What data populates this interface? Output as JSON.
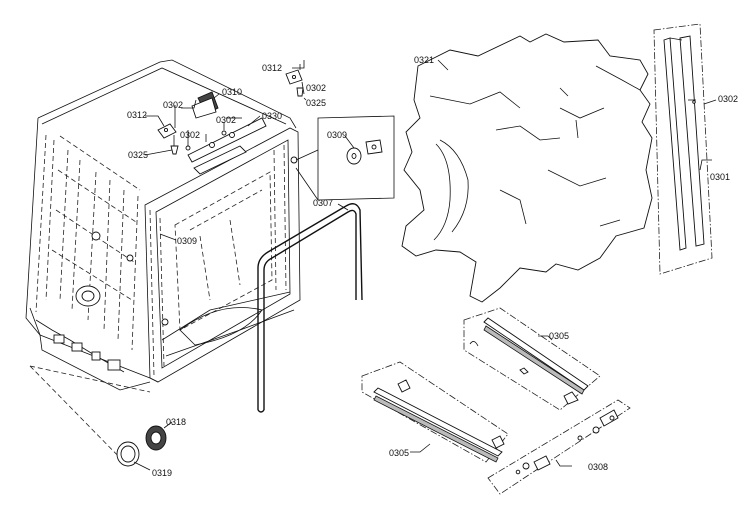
{
  "labels": [
    {
      "id": "0312",
      "text": "0312"
    },
    {
      "id": "0302",
      "text": "0302"
    },
    {
      "id": "0325",
      "text": "0325"
    },
    {
      "id": "0310",
      "text": "0310"
    },
    {
      "id": "0330",
      "text": "0330"
    },
    {
      "id": "0309",
      "text": "0309"
    },
    {
      "id": "0307",
      "text": "0307"
    },
    {
      "id": "0321",
      "text": "0321"
    },
    {
      "id": "0301",
      "text": "0301"
    },
    {
      "id": "0305",
      "text": "0305"
    },
    {
      "id": "0308",
      "text": "0308"
    },
    {
      "id": "0318",
      "text": "0318"
    },
    {
      "id": "0319",
      "text": "0319"
    }
  ]
}
